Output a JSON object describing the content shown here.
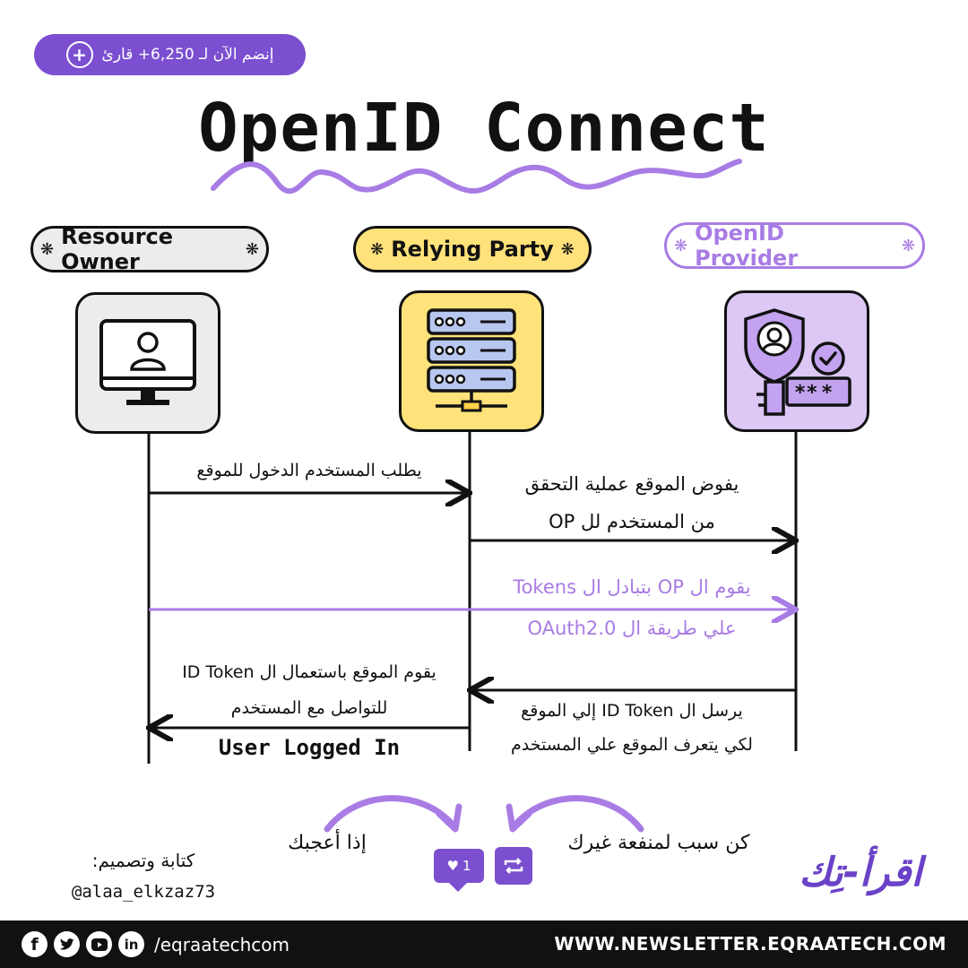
{
  "join": {
    "label": "إنضم الآن لـ 6,250+ قارئ",
    "plus": "+"
  },
  "title": "OpenID Connect",
  "actors": {
    "resource_owner": "Resource Owner",
    "relying_party": "Relying Party",
    "openid_provider": "OpenID Provider",
    "star": "❋"
  },
  "icons": {
    "resource_owner": "monitor-user-icon",
    "relying_party": "server-rack-icon",
    "openid_provider": "shield-key-icon"
  },
  "messages": {
    "m1": "يطلب المستخدم الدخول للموقع",
    "m2_line1": "يفوض الموقع عملية التحقق",
    "m2_line2": "من المستخدم لل OP",
    "m3_line1": "يقوم ال OP بتبادل ال Tokens",
    "m3_line2": "علي طريقة ال OAuth2.0",
    "m4_line1": "يقوم الموقع باستعمال ال ID Token",
    "m4_line2": "للتواصل مع المستخدم",
    "m5_line1": "يرسل ال ID Token إلي الموقع",
    "m5_line2": "لكي يتعرف الموقع علي المستخدم",
    "logged_in": "User Logged In"
  },
  "footer": {
    "if_liked": "إذا أعجبك",
    "be_cause": "كن سبب لمنفعة غيرك",
    "like_count": "1",
    "credit_label": "كتابة وتصميم:",
    "credit_handle": "@alaa_elkzaz73",
    "logo_text": "اقرأ-تِك",
    "social_handle": "/eqraatechcom",
    "newsletter": "WWW.NEWSLETTER.EQRAATECH.COM"
  },
  "colors": {
    "purple": "#7b4fd0",
    "light_purple": "#a87ce4",
    "lavender_box": "#dcc7f5",
    "yellow": "#ffe27a",
    "gray_box": "#ececec"
  }
}
